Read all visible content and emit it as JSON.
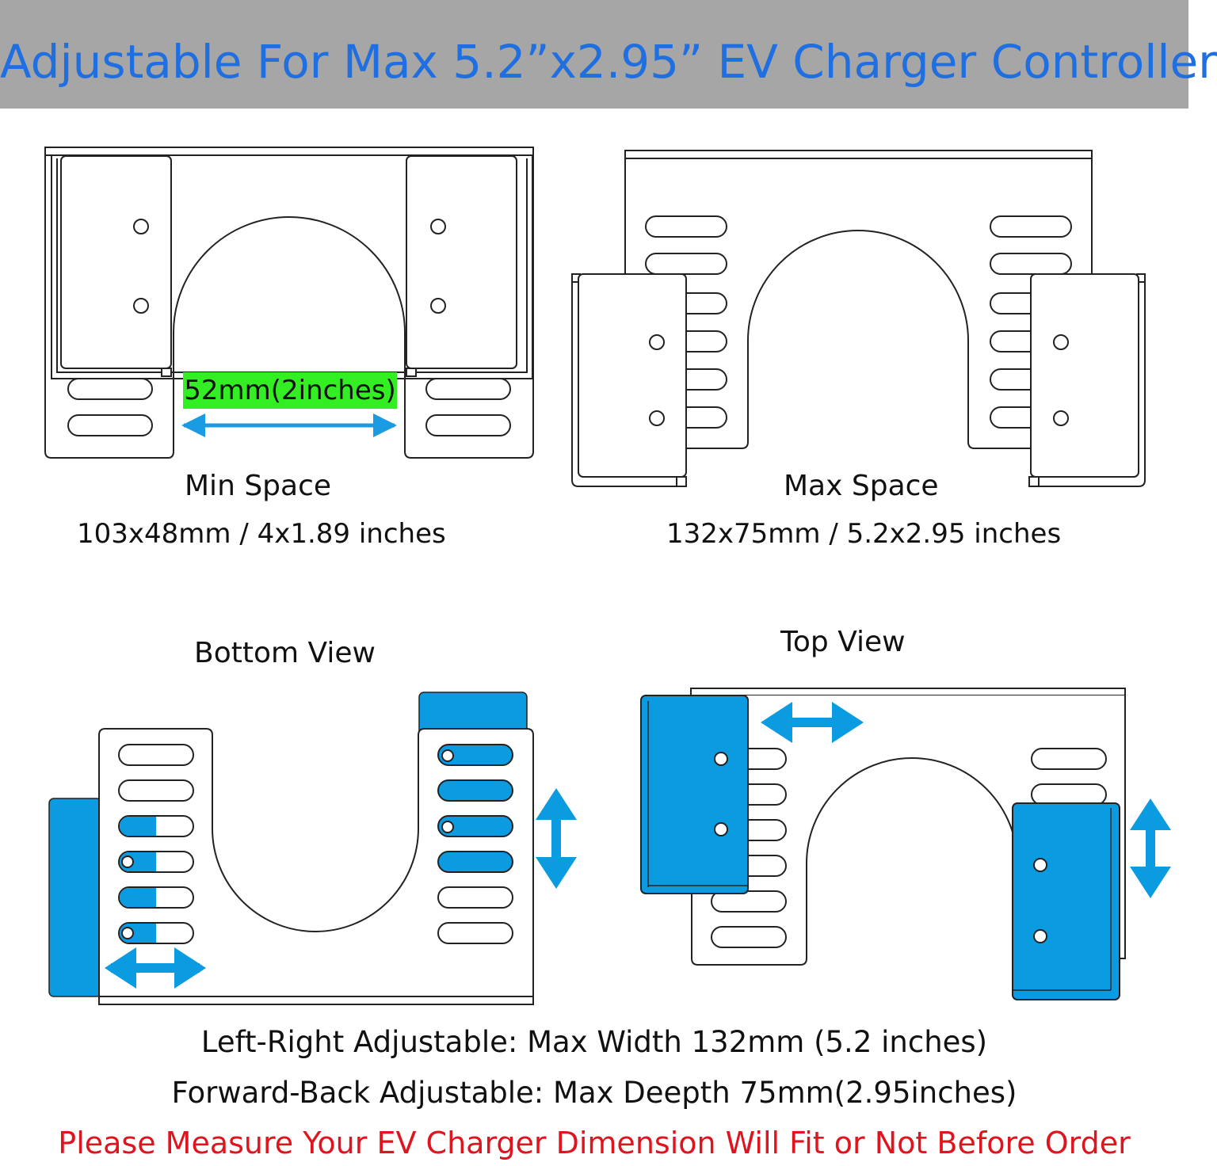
{
  "title": "Adjustable For Max 5.2”x2.95” EV Charger Controller",
  "min_panel": {
    "gap_label": "52mm(2inches)",
    "label": "Min Space",
    "dimensions": "103x48mm / 4x1.89 inches"
  },
  "max_panel": {
    "label": "Max Space",
    "dimensions": "132x75mm / 5.2x2.95 inches"
  },
  "bottom_view": {
    "label": "Bottom View"
  },
  "top_view": {
    "label": "Top View"
  },
  "footer": {
    "line1": "Left-Right Adjustable: Max Width 132mm (5.2 inches)",
    "line2": "Forward-Back Adjustable: Max Deepth 75mm(2.95inches)",
    "warning": "Please Measure Your EV Charger Dimension Will Fit or Not Before Order"
  },
  "colors": {
    "header_bg": "#a6a6a6",
    "title": "#1f6fe0",
    "accent_blue": "#0a9be0",
    "highlight_green": "#33ee22",
    "warning_red": "#e0141e"
  }
}
